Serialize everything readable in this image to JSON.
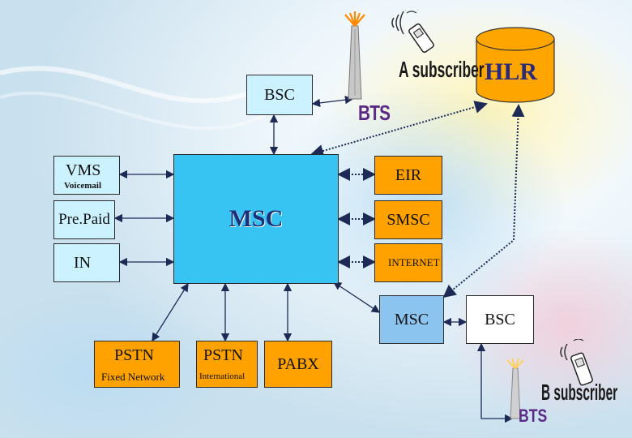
{
  "nodes": {
    "bsc_top": "BSC",
    "vms": "VMS",
    "vms_sub": "Voicemail",
    "prepaid": "Pre.Paid",
    "in": "IN",
    "msc": "MSC",
    "eir": "EIR",
    "smsc": "SMSC",
    "internet": "INTERNET",
    "hlr": "HLR",
    "msc2": "MSC",
    "bsc2": "BSC",
    "pstn1": "PSTN",
    "pstn1_sub": "Fixed Network",
    "pstn2": "PSTN",
    "pstn2_sub": "International",
    "pabx": "PABX"
  },
  "labels": {
    "a_subscriber": "A subscriber",
    "b_subscriber": "B subscriber",
    "bts_top": "BTS",
    "bts_bottom": "BTS"
  },
  "colors": {
    "cyan_box": "#ccf2ff",
    "orange_box": "#ffa200",
    "msc_blue": "#8cc4f0",
    "hlr_orange": "#ffa500",
    "bts_purple": "#5b2a86"
  }
}
